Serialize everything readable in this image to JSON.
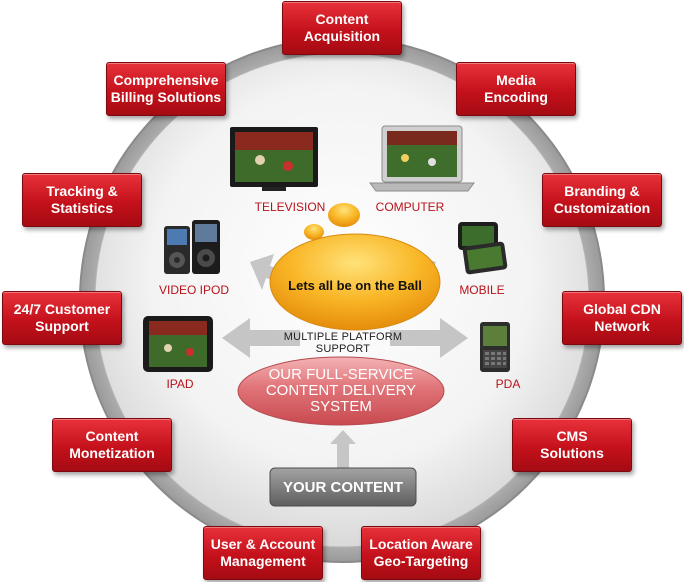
{
  "services": [
    {
      "id": "content-acquisition",
      "label": "Content\nAcquisition"
    },
    {
      "id": "media-encoding",
      "label": "Media\nEncoding"
    },
    {
      "id": "branding-customization",
      "label": "Branding &\nCustomization"
    },
    {
      "id": "global-cdn-network",
      "label": "Global CDN\nNetwork"
    },
    {
      "id": "cms-solutions",
      "label": "CMS\nSolutions"
    },
    {
      "id": "location-aware-geo-targeting",
      "label": "Location Aware\nGeo-Targeting"
    },
    {
      "id": "user-account-management",
      "label": "User & Account\nManagement"
    },
    {
      "id": "content-monetization",
      "label": "Content\nMonetization"
    },
    {
      "id": "customer-support",
      "label": "24/7 Customer\nSupport"
    },
    {
      "id": "tracking-statistics",
      "label": "Tracking &\nStatistics"
    },
    {
      "id": "comprehensive-billing-solutions",
      "label": "Comprehensive\nBilling Solutions"
    }
  ],
  "devices": {
    "television": "TELEVISION",
    "computer": "COMPUTER",
    "video_ipod": "VIDEO IPOD",
    "mobile": "MOBILE",
    "ipad": "IPAD",
    "pda": "PDA"
  },
  "bubble_text": "Lets all be on the Ball",
  "platform_support": "MULTIPLE PLATFORM SUPPORT",
  "system_text": "OUR FULL-SERVICE\nCONTENT DELIVERY\nSYSTEM",
  "your_content": "YOUR CONTENT",
  "colors": {
    "accent_red": "#c4111b",
    "device_label_red": "#b8121b",
    "bubble_orange": "#f7a81c",
    "system_pink": "#e07478",
    "ring_gray": "#8e8e8e"
  }
}
